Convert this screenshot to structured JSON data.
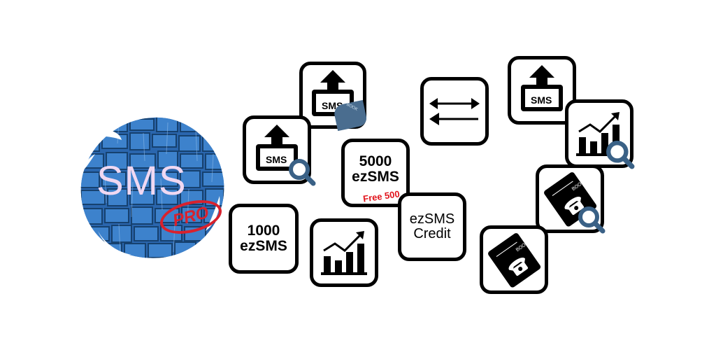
{
  "logo": {
    "text": "SMS",
    "badge": "PRO",
    "colors": {
      "tile_blue": "#2f6fb8",
      "text": "#f0d8f2",
      "badge": "#d8212d"
    }
  },
  "tiles": {
    "sms_upload_book": {
      "label": "SMS",
      "book": "BOOK"
    },
    "sms_upload_search": {
      "label": "SMS"
    },
    "ezsms_5000": {
      "line1": "5000",
      "line2": "ezSMS",
      "ribbon": "Free 500"
    },
    "ezsms_1000": {
      "line1": "1000",
      "line2": "ezSMS"
    },
    "ezsms_credit": {
      "line1": "ezSMS",
      "line2": "Credit"
    },
    "transfer": {},
    "sms_upload_right": {
      "label": "SMS"
    },
    "chart_left": {},
    "chart_right": {},
    "phonebook_search": {
      "book": "BOOK"
    },
    "phonebook": {
      "book": "BOOK"
    }
  },
  "colors": {
    "accent_red": "#e1141c",
    "magnifier": "#3a6186",
    "book_tab": "#4a6d8f"
  },
  "icons": [
    "upload-arrow-icon",
    "sms-box-icon",
    "book-icon",
    "magnifier-icon",
    "transfer-arrows-icon",
    "bar-chart-icon",
    "phone-icon"
  ]
}
